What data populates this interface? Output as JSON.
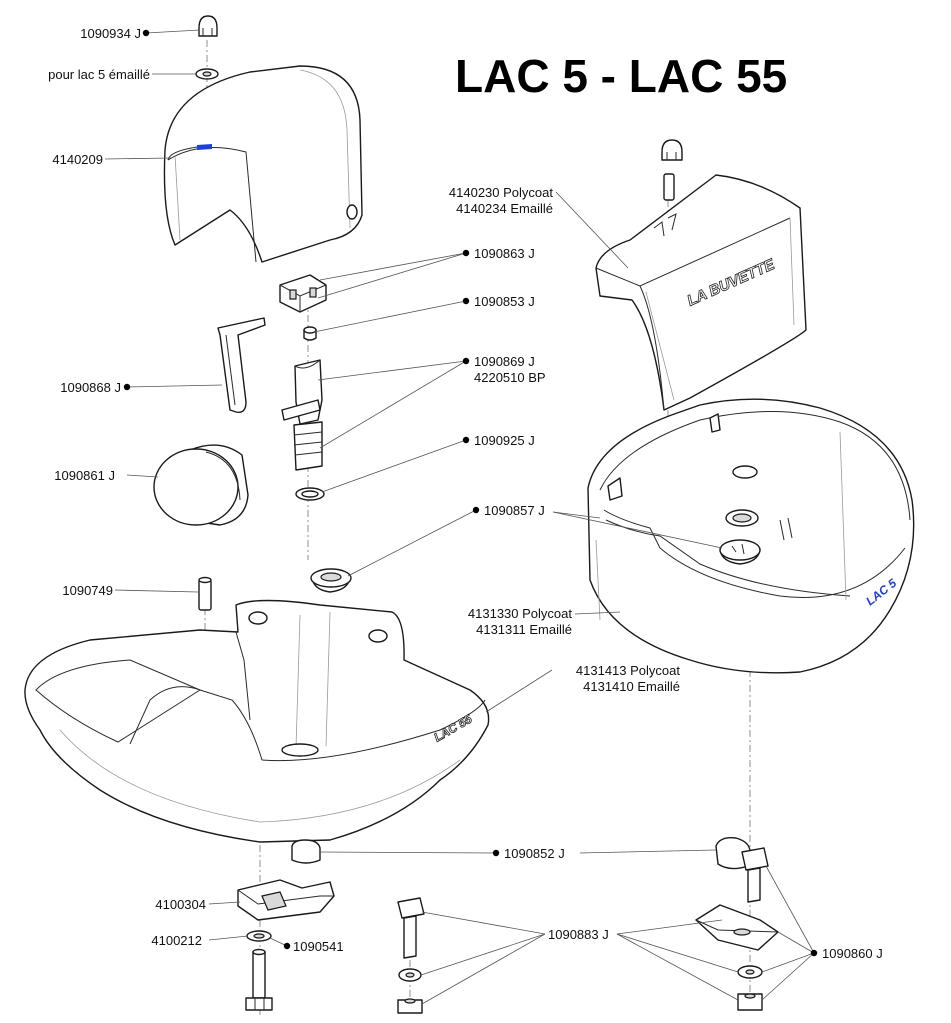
{
  "title": "LAC 5 - LAC 55",
  "labels": {
    "nut_top": "1090934 J",
    "washer_enamel": "pour lac 5 émaillé",
    "cover_small": "4140209",
    "cover_large_1": "4140230 Polycoat",
    "cover_large_2": "4140234 Emaillé",
    "valve_housing": "1090863 J",
    "small_seal": "1090853 J",
    "lever": "1090868 J",
    "valve_1": "1090869 J",
    "valve_2": "4220510 BP",
    "o_ring": "1090925 J",
    "float": "1090861 J",
    "drain_plug": "1090857 J",
    "pin": "1090749",
    "bowl_large_1": "4131330 Polycoat",
    "bowl_large_2": "4131311 Emaillé",
    "bowl_small_1": "4131413 Polycoat",
    "bowl_small_2": "4131410 Emaillé",
    "foot_cap": "1090852 J",
    "bracket": "4100304",
    "washer_small": "4100212",
    "bolt_small": "1090541",
    "bolt_set": "1090883 J",
    "bracket_set": "1090860 J"
  },
  "embossed": {
    "cover": "LA BUVETTE",
    "bowl_large": "LAC 5",
    "bowl_small": "LAC 55"
  },
  "colors": {
    "ink": "#1a1a1a",
    "accent_blue": "#1f3fd6"
  }
}
